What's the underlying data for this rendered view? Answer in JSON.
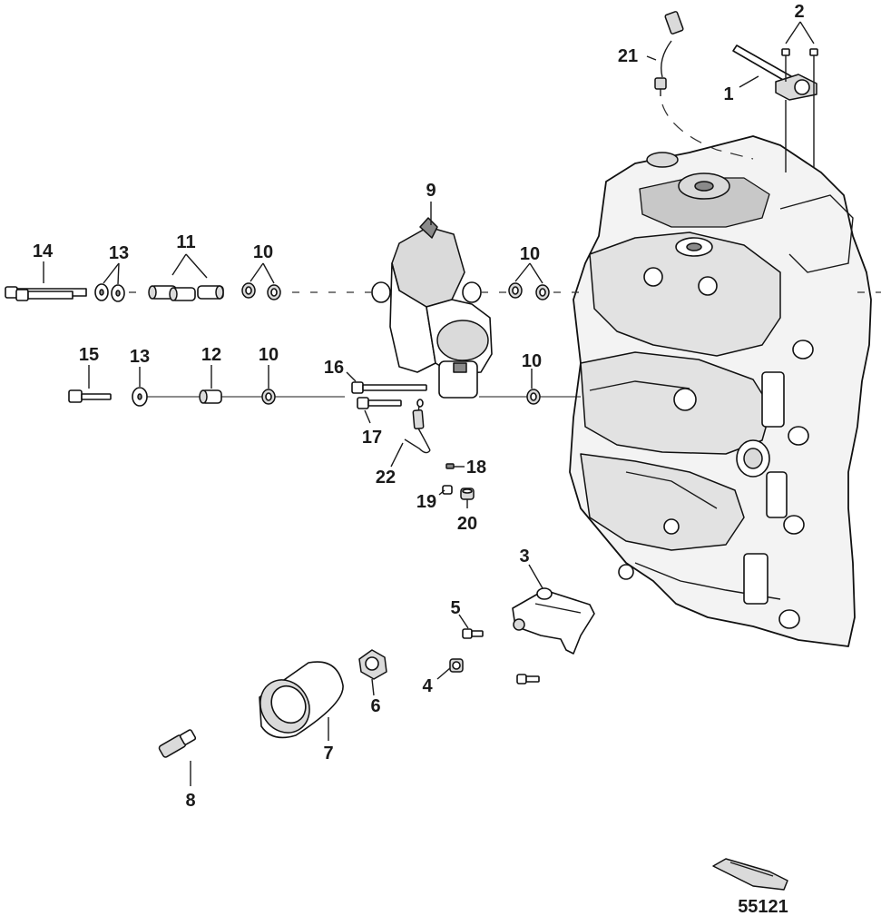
{
  "callouts": {
    "c1": "1",
    "c2": "2",
    "c3": "3",
    "c4": "4",
    "c5": "5",
    "c6": "6",
    "c7": "7",
    "c8": "8",
    "c9": "9",
    "c10": "10",
    "c11": "11",
    "c12": "12",
    "c13": "13",
    "c14": "14",
    "c15": "15",
    "c16": "16",
    "c17": "17",
    "c18": "18",
    "c19": "19",
    "c20": "20",
    "c21": "21",
    "c22": "22"
  },
  "figure_number": "55121"
}
